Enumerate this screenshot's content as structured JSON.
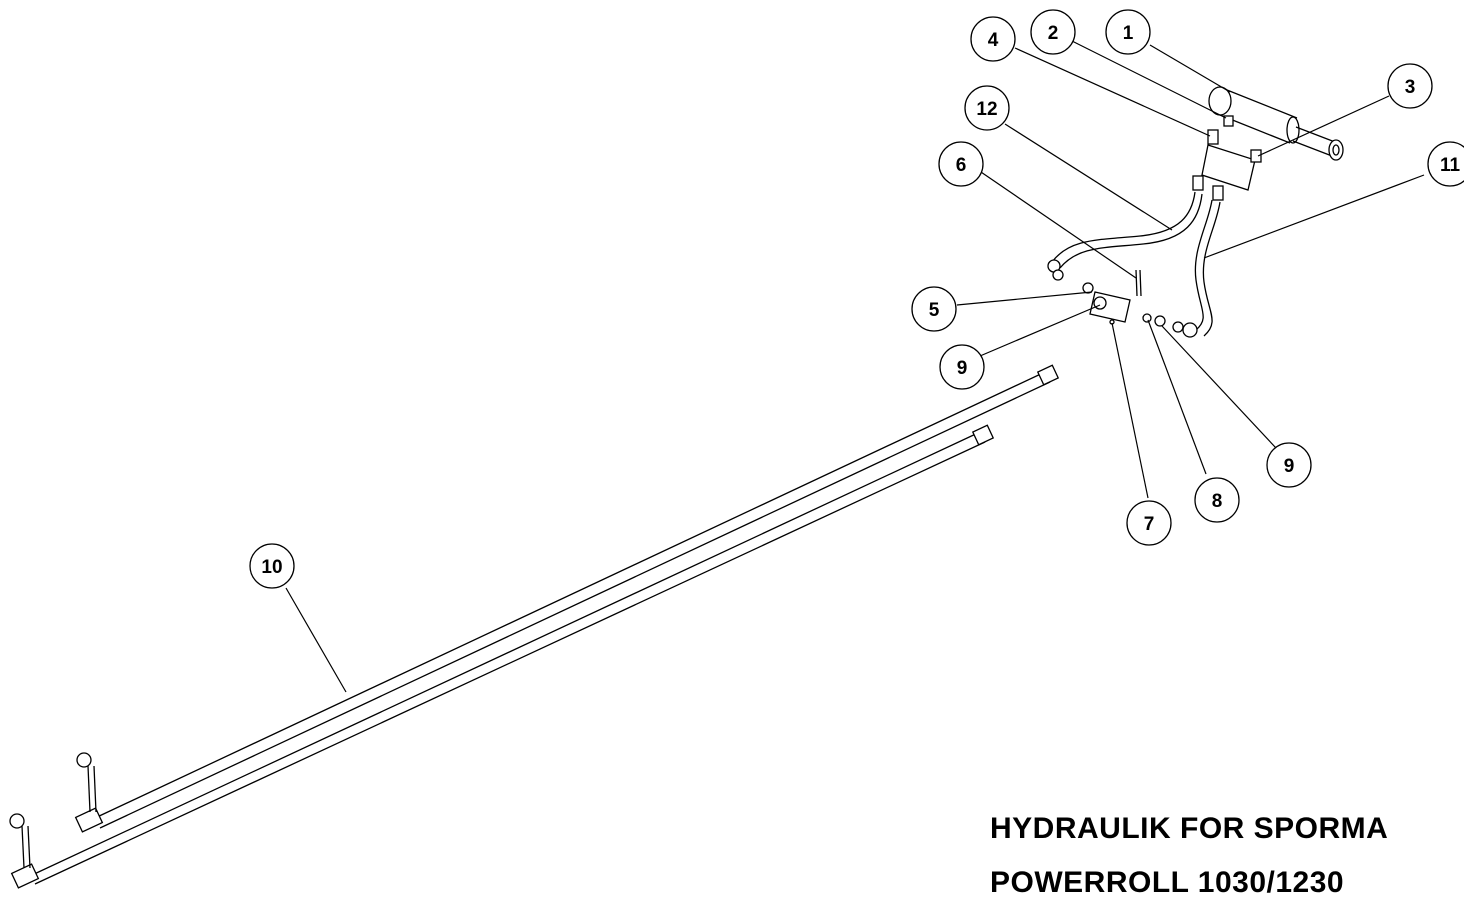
{
  "title": {
    "line1": "HYDRAULIK FOR SPORMA",
    "line2": "POWERROLL 1030/1230"
  },
  "callouts": [
    "1",
    "2",
    "3",
    "4",
    "5",
    "6",
    "7",
    "8",
    "9",
    "9",
    "10",
    "11",
    "12"
  ]
}
